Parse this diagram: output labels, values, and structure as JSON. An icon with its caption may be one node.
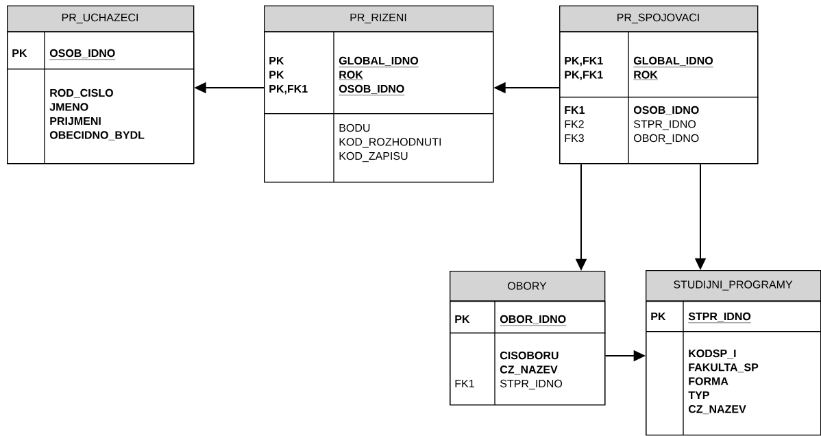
{
  "diagram": {
    "nodes": [
      {
        "text": [
          "PR_UCHAZECI"
        ]
      },
      {
        "text": [],
        "shape": "box",
        "in": 0
      },
      {
        "text": [
          "PK",
          "OSOB_IDNO"
        ],
        "in": 1
      },
      {
        "text": [],
        "shape": "box",
        "in": 0
      },
      {
        "text": [
          "**ROD_CISLO**"
        ],
        "in": 3
      },
      {
        "text": [
          "**JMENO**"
        ],
        "in": 3
      },
      {
        "text": [
          "**PRIJMENI**"
        ],
        "in": 3
      },
      {
        "text": [
          "**OBECIDNO_BYDL**"
        ],
        "in": 3
      },
      {
        "text": [
          "PR_RIZENI"
        ]
      },
      {
        "text": [],
        "shape": "box",
        "in": 8
      },
      {
        "text": [
          "PK",
          "GLOBAL_IDNO"
        ],
        "in": 9
      },
      {
        "text": [
          "PK",
          "ROK"
        ],
        "in": 9
      },
      {
        "text": [
          "PK,FK1",
          "OSOB_IDNO"
        ],
        "in": 9
      },
      {
        "text": [],
        "shape": "box",
        "in": 8
      },
      {
        "text": [
          "BODU"
        ],
        "in": 13
      },
      {
        "text": [
          "KOD_ROZHODNUTI"
        ],
        "in": 13
      },
      {
        "text": [
          "KOD_ZAPISU"
        ],
        "in": 13
      },
      {
        "text": [
          "PR_SPOJOVACI"
        ]
      },
      {
        "text": [],
        "shape": "box",
        "in": 17
      },
      {
        "text": [
          "PK,FK1",
          "GLOBAL_IDNO"
        ],
        "in": 18
      },
      {
        "text": [
          "PK,FK1",
          "ROK"
        ],
        "in": 18
      },
      {
        "text": [],
        "shape": "box",
        "in": 17
      },
      {
        "text": [
          "**FK1**",
          "**OSOB_IDNO**"
        ],
        "in": 21
      },
      {
        "text": [
          "FK2",
          "STPR_IDNO"
        ],
        "in": 21
      },
      {
        "text": [
          "FK3",
          "OBOR_IDNO"
        ],
        "in": 21
      },
      {
        "text": [
          "OBORY"
        ]
      },
      {
        "text": [],
        "shape": "box",
        "in": 25
      },
      {
        "text": [
          "PK",
          "OBOR_IDNO"
        ],
        "in": 26
      },
      {
        "text": [],
        "shape": "box",
        "in": 25
      },
      {
        "text": [
          "**CISOBORU**"
        ],
        "in": 28
      },
      {
        "text": [
          "**CZ_NAZEV**"
        ],
        "in": 28
      },
      {
        "text": [
          "FK1",
          "STPR_IDNO"
        ],
        "in": 28
      },
      {
        "text": [
          "STUDIJNI_PROGRAMY"
        ]
      },
      {
        "text": [],
        "shape": "box",
        "in": 32
      },
      {
        "text": [
          "PK",
          "STPR_IDNO"
        ],
        "in": 33
      },
      {
        "text": [],
        "shape": "box",
        "in": 32
      },
      {
        "text": [
          "**KODSP_I**"
        ],
        "in": 35
      },
      {
        "text": [
          "**FAKULTA_SP**"
        ],
        "in": 35
      },
      {
        "text": [
          "**FORMA**"
        ],
        "in": 35
      },
      {
        "text": [
          "**TYP**"
        ],
        "in": 35
      },
      {
        "text": [
          "**CZ_NAZEV**"
        ],
        "in": 35
      }
    ],
    "edges": [
      {
        "from": 8,
        "to": 0,
        "arrow": "to"
      },
      {
        "from": 17,
        "to": 8,
        "arrow": "to"
      },
      {
        "from": 17,
        "to": 25,
        "arrow": "to"
      },
      {
        "from": 17,
        "to": 32,
        "arrow": "to"
      },
      {
        "from": 25,
        "to": 32,
        "arrow": "to"
      }
    ]
  }
}
